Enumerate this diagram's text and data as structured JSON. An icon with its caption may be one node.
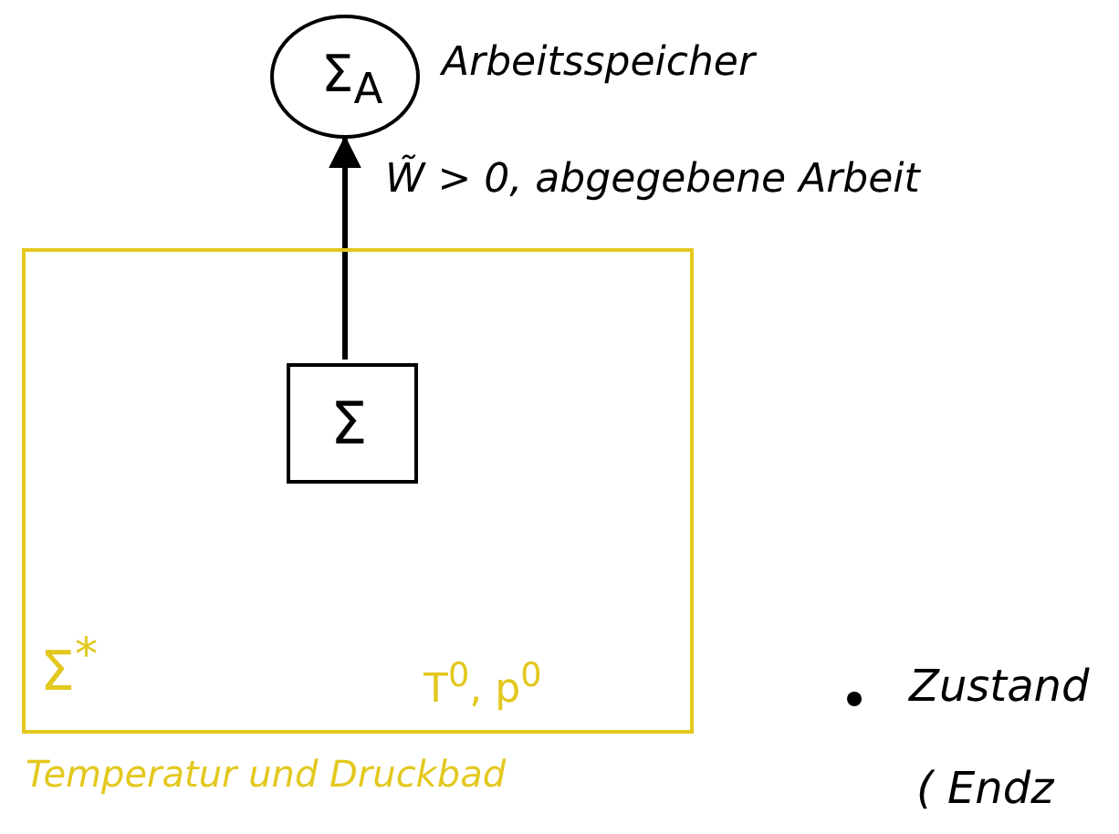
{
  "diagram": {
    "nodes": [
      {
        "text": [
          "Σ$_{A}$"
        ],
        "beside": [
          "Arbeitsspeicher"
        ]
      },
      {
        "text": [
          "Σ$^{*}$",
          "T$^{0}$, p$^{0}$"
        ],
        "beside": [
          "Temperatur und Druckbad"
        ]
      },
      {
        "text": [
          "Σ"
        ],
        "in": 1
      }
    ],
    "edges": [
      {
        "from": 2,
        "to": 0,
        "arrow": "to",
        "label": "W̃ > 0, abgegebene Arbeit"
      }
    ],
    "labels": [
      "Zustand",
      "( Endz"
    ]
  }
}
